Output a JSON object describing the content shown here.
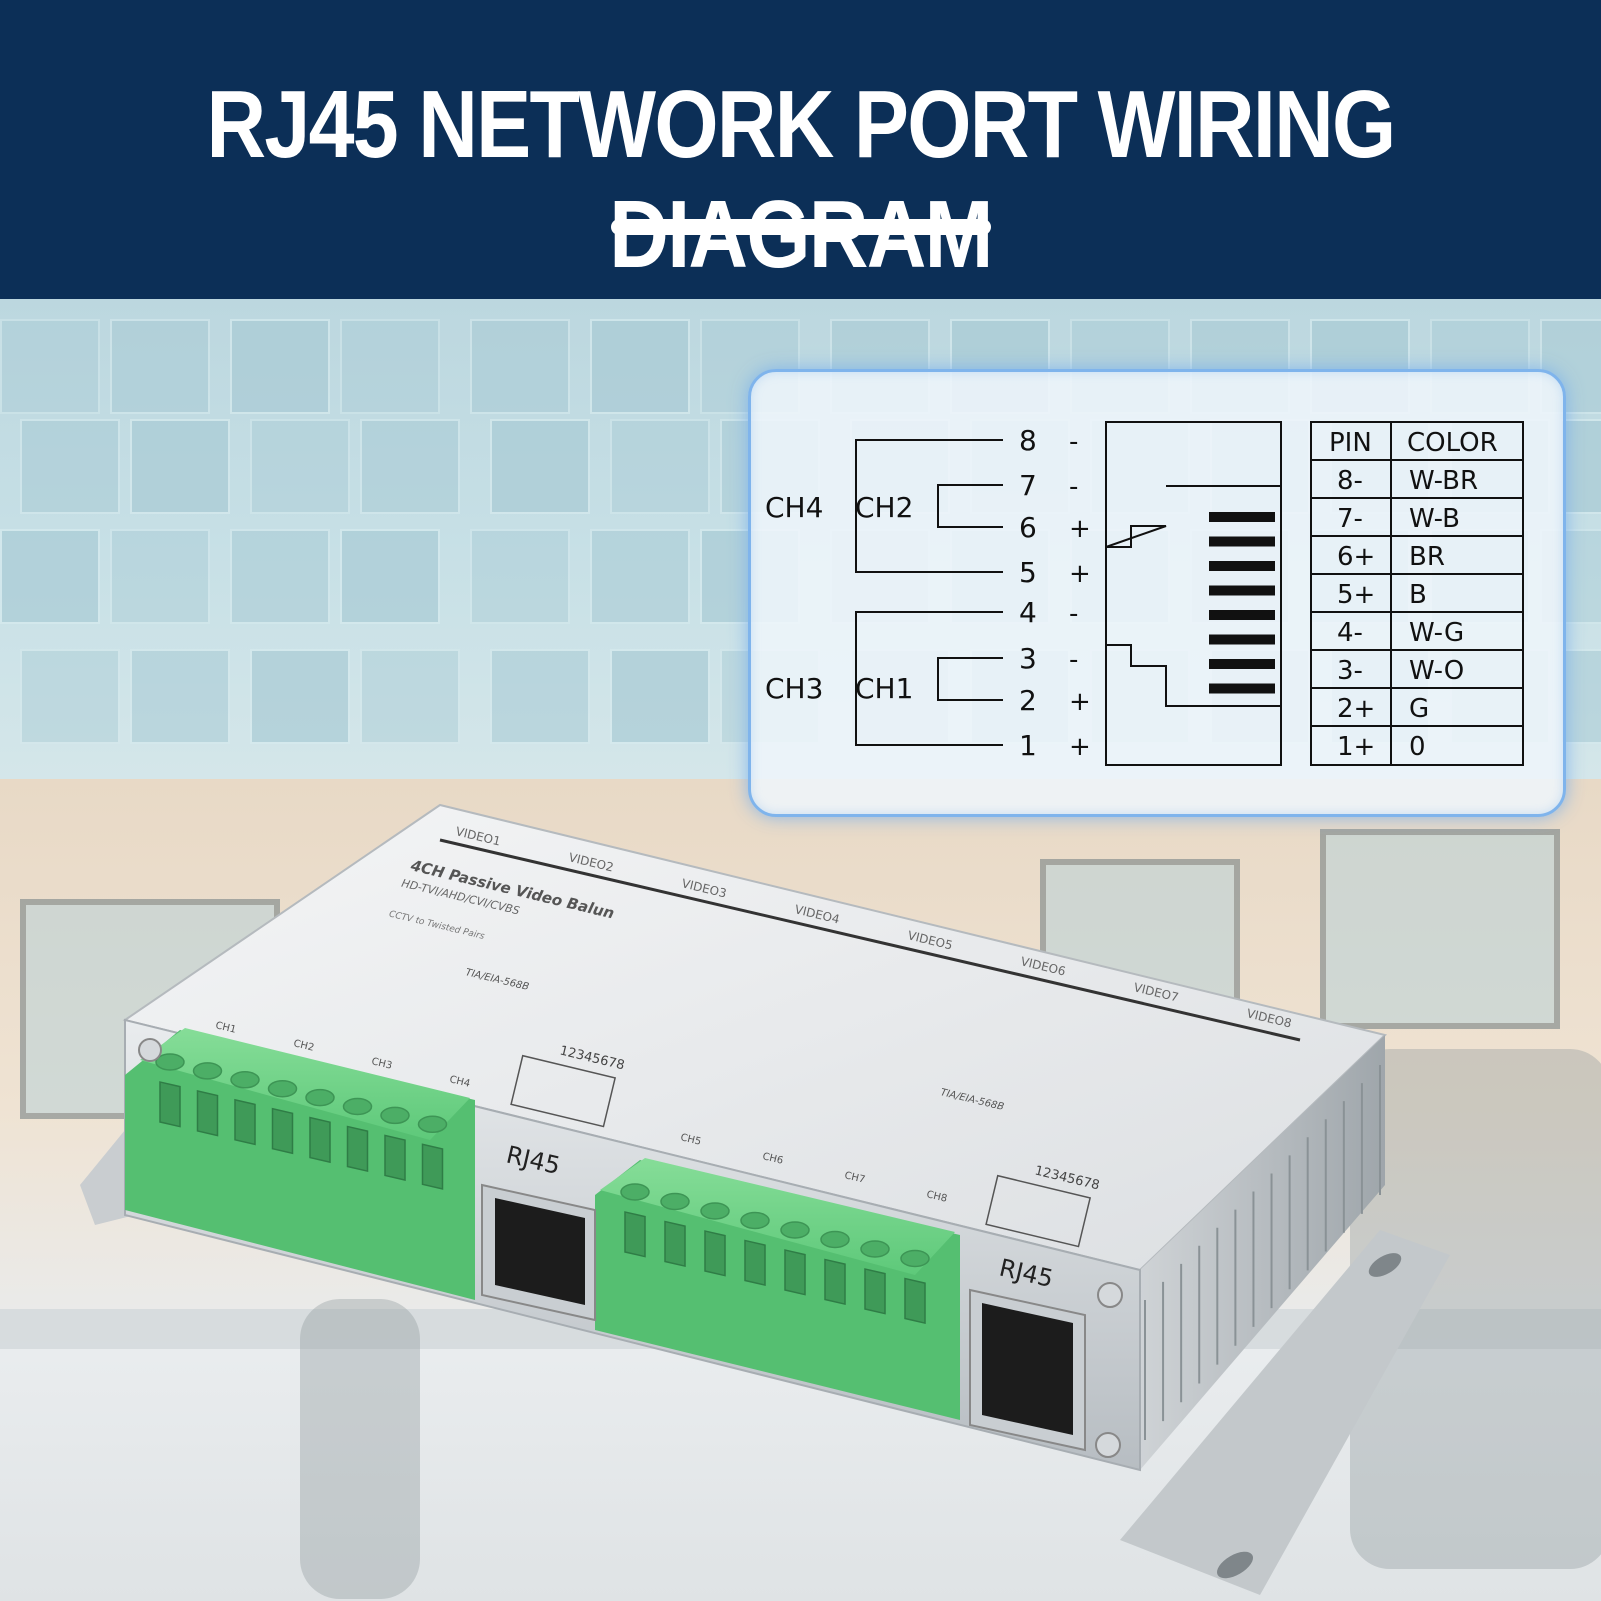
{
  "header": {
    "title": "RJ45 NETWORK PORT WIRING DIAGRAM"
  },
  "diagram": {
    "groups": {
      "ch4": "CH4",
      "ch2": "CH2",
      "ch3": "CH3",
      "ch1": "CH1"
    },
    "pins": [
      {
        "num": "8",
        "sign": "-"
      },
      {
        "num": "7",
        "sign": "-"
      },
      {
        "num": "6",
        "sign": "+"
      },
      {
        "num": "5",
        "sign": "+"
      },
      {
        "num": "4",
        "sign": "-"
      },
      {
        "num": "3",
        "sign": "-"
      },
      {
        "num": "2",
        "sign": "+"
      },
      {
        "num": "1",
        "sign": "+"
      }
    ],
    "table": {
      "headers": [
        "PIN",
        "COLOR"
      ],
      "rows": [
        {
          "pin": "8-",
          "color": "W-BR"
        },
        {
          "pin": "7-",
          "color": "W-B"
        },
        {
          "pin": "6+",
          "color": "BR"
        },
        {
          "pin": "5+",
          "color": "B"
        },
        {
          "pin": "4-",
          "color": "W-G"
        },
        {
          "pin": "3-",
          "color": "W-O"
        },
        {
          "pin": "2+",
          "color": "G"
        },
        {
          "pin": "1+",
          "color": "0"
        }
      ]
    }
  },
  "device": {
    "video_labels": [
      "VIDEO1",
      "VIDEO2",
      "VIDEO3",
      "VIDEO4",
      "VIDEO5",
      "VIDEO6",
      "VIDEO7",
      "VIDEO8"
    ],
    "product_name": "4CH Passive Video Balun",
    "product_sub": "HD-TVI/AHD/CVI/CVBS",
    "product_note": "CCTV to Twisted Pairs",
    "standard_label": "TIA/EIA-568B",
    "pin_digits": "12345678",
    "left_channels": [
      "CH1",
      "CH2",
      "CH3",
      "CH4"
    ],
    "right_channels": [
      "CH5",
      "CH6",
      "CH7",
      "CH8"
    ],
    "port_label": "RJ45"
  },
  "colors": {
    "header_bg": "#0c2f57",
    "terminal_green": "#5ec97a",
    "card_glow": "#7fb4ec"
  }
}
